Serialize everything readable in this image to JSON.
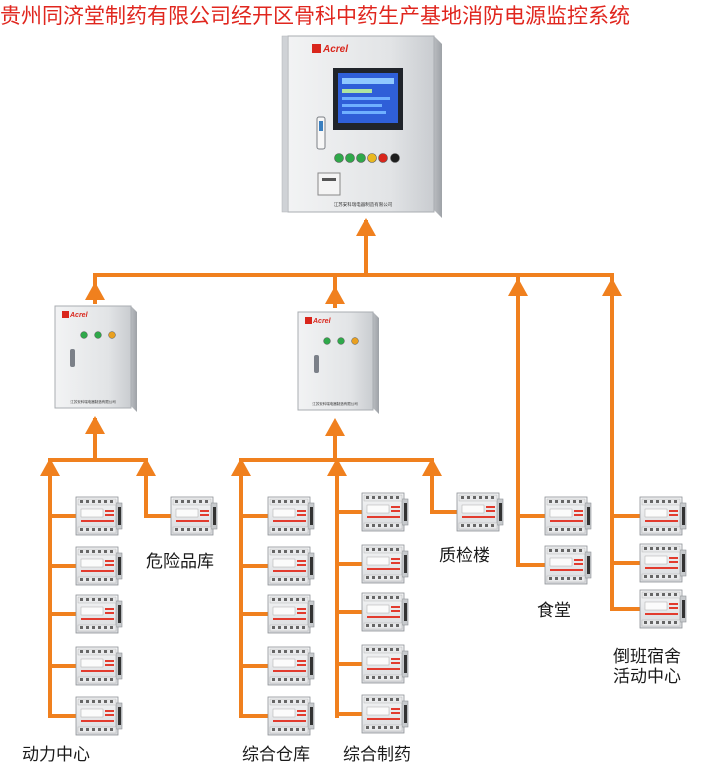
{
  "title": "贵州同济堂制药有限公司经开区骨科中药生产基地消防电源监控系统",
  "main_cabinet": {
    "brand": "Acrel",
    "footer_text": "江苏安科瑞电器制造有限公司"
  },
  "sub_cabinets": [
    {
      "brand": "Acrel",
      "footer_text": "江苏安科瑞电器制造有限公司"
    },
    {
      "brand": "Acrel",
      "footer_text": "江苏安科瑞电器制造有限公司"
    }
  ],
  "groups": [
    {
      "label": "动力中心",
      "module_count": 5
    },
    {
      "label": "危险品库",
      "module_count": 1
    },
    {
      "label": "综合仓库",
      "module_count": 5
    },
    {
      "label": "综合制药",
      "module_count": 5
    },
    {
      "label": "质检楼",
      "module_count": 1
    },
    {
      "label": "食堂",
      "module_count": 2
    },
    {
      "label": "倒班宿舍",
      "module_count": 3
    },
    {
      "label": "活动中心",
      "module_count": 0
    }
  ],
  "colors": {
    "title": "#e0261e",
    "connector": "#f0801e",
    "cabinet": "#e4e6e8",
    "screen": "#2f5fd8",
    "module_accent": "#e23b2e"
  },
  "icons": [
    "up-arrow-icon",
    "acrel-logo-icon",
    "indicator-light-icon",
    "door-handle-icon"
  ]
}
